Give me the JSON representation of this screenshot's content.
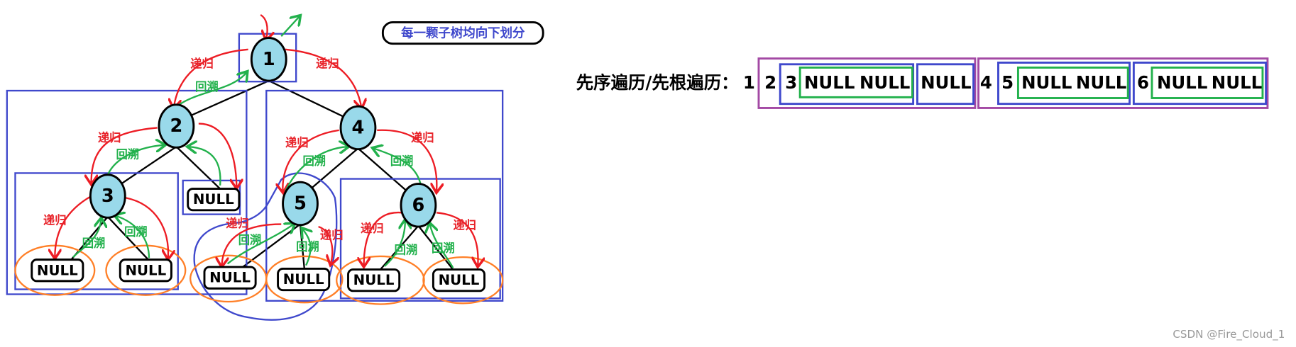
{
  "colors": {
    "node_fill": "#99d9ea",
    "subtree_box": "#3f48cc",
    "recursion": "#ed1c24",
    "backtrack": "#22b14c",
    "null_leaf_circle": "#ff7f27",
    "sequence_outer": "#a349a4"
  },
  "note": "每一颗子树均向下划分",
  "nodes": [
    "1",
    "2",
    "3",
    "4",
    "5",
    "6"
  ],
  "null_label": "NULL",
  "recursion_label": "递归",
  "backtrack_label": "回溯",
  "traversal": {
    "title": "先序遍历/先根遍历：",
    "items": [
      "1",
      "2",
      "3",
      "NULL",
      "NULL",
      "NULL",
      "4",
      "5",
      "NULL",
      "NULL",
      "6",
      "NULL",
      "NULL"
    ]
  },
  "watermark": "CSDN @Fire_Cloud_1"
}
